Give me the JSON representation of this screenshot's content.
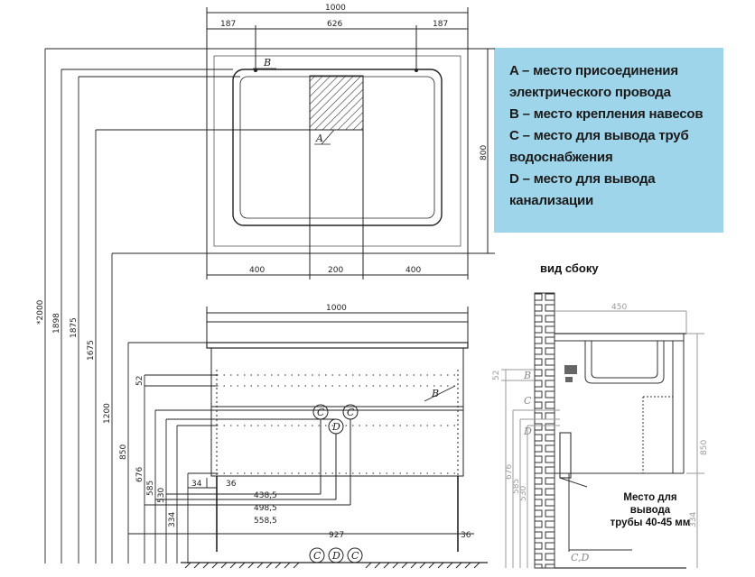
{
  "colors": {
    "legend_bg": "#9fd5ea",
    "line": "#222222",
    "grey_dim": "#9a9a9a",
    "hatch": "#333333"
  },
  "legend": {
    "lines": [
      "A – место присоединения",
      "электрического провода",
      "B – место крепления навесов",
      "C – место для вывода труб",
      "водоснабжения",
      "D – место для вывода",
      "канализации"
    ]
  },
  "side_view": {
    "title": "вид сбоку",
    "note": [
      "Место для",
      "вывода",
      "трубы 40-45 мм"
    ],
    "dims": {
      "depth": "450",
      "height": "850",
      "d52": "52",
      "d676": "676",
      "d585": "585",
      "d530": "530",
      "d334": "334"
    },
    "labels": {
      "b": "B",
      "c": "C",
      "d": "D",
      "cd": "C,D"
    }
  },
  "mirror": {
    "top_width": "1000",
    "top_segments": [
      "187",
      "626",
      "187"
    ],
    "height": "800",
    "bottom_segments": [
      "400",
      "200",
      "400"
    ],
    "label_a": "A",
    "label_b": "B"
  },
  "cabinet": {
    "width": "1000",
    "label_b": "B",
    "label_c": "C",
    "label_d": "D",
    "bottom_dims": [
      "34",
      "36",
      "438,5",
      "498,5",
      "558,5",
      "927",
      "36"
    ],
    "left_dims": [
      "*2000",
      "1898",
      "1875",
      "1675",
      "1200",
      "850",
      "676",
      "585",
      "530",
      "334",
      "52"
    ]
  }
}
